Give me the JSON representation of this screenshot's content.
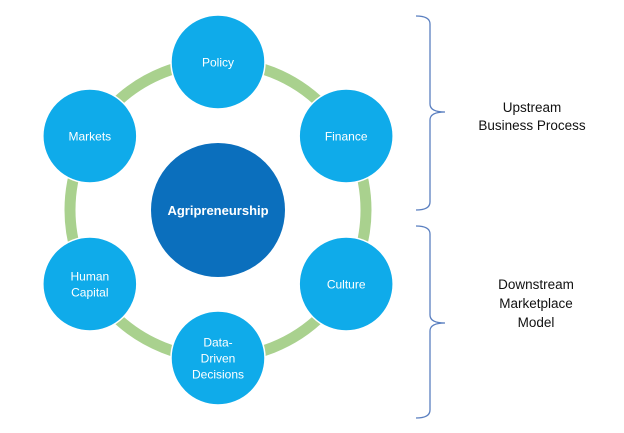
{
  "diagram": {
    "center": {
      "label": "Agripreneurship",
      "color": "#0b6fbd"
    },
    "nodes": [
      {
        "label": "Policy"
      },
      {
        "label": "Finance"
      },
      {
        "label": "Culture"
      },
      {
        "label": "Data-\nDriven\nDecisions"
      },
      {
        "label": "Human\nCapital"
      },
      {
        "label": "Markets"
      }
    ],
    "node_color": "#0fabea",
    "ring_color": "#a9d18e",
    "bracket_color": "#5a7fc0",
    "groups": [
      {
        "label_lines": [
          "Upstream",
          "Business Process"
        ]
      },
      {
        "label_lines": [
          "Downstream",
          "Marketplace",
          "Model"
        ]
      }
    ]
  }
}
